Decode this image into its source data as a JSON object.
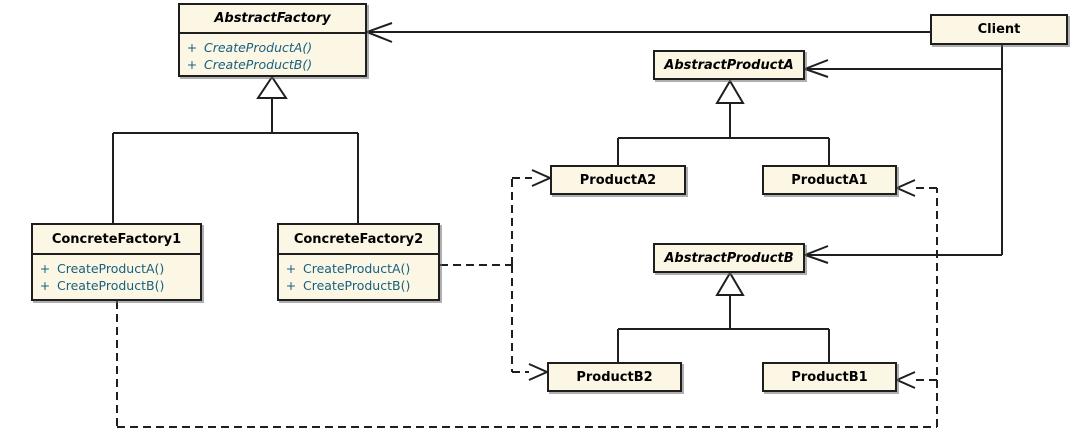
{
  "diagram": {
    "kind": "uml-class-diagram",
    "pattern_name": "Abstract Factory",
    "colors": {
      "box_fill": "#FCF6E5",
      "box_border": "#1E1E1E",
      "line": "#1F1F1F",
      "method_text": "#17617F",
      "class_name_text": "#000000",
      "background": "#FFFFFF"
    }
  },
  "classes": {
    "abstract_factory": {
      "name": "AbstractFactory",
      "abstract": true,
      "methods": [
        {
          "visibility": "+",
          "signature": "CreateProductA()"
        },
        {
          "visibility": "+",
          "signature": "CreateProductB()"
        }
      ]
    },
    "client": {
      "name": "Client",
      "abstract": false
    },
    "abstract_product_a": {
      "name": "AbstractProductA",
      "abstract": true
    },
    "product_a2": {
      "name": "ProductA2",
      "abstract": false
    },
    "product_a1": {
      "name": "ProductA1",
      "abstract": false
    },
    "concrete_factory_1": {
      "name": "ConcreteFactory1",
      "abstract": false,
      "methods": [
        {
          "visibility": "+",
          "signature": "CreateProductA()"
        },
        {
          "visibility": "+",
          "signature": "CreateProductB()"
        }
      ]
    },
    "concrete_factory_2": {
      "name": "ConcreteFactory2",
      "abstract": false,
      "methods": [
        {
          "visibility": "+",
          "signature": "CreateProductA()"
        },
        {
          "visibility": "+",
          "signature": "CreateProductB()"
        }
      ]
    },
    "abstract_product_b": {
      "name": "AbstractProductB",
      "abstract": true
    },
    "product_b2": {
      "name": "ProductB2",
      "abstract": false
    },
    "product_b1": {
      "name": "ProductB1",
      "abstract": false
    }
  },
  "relationships": [
    {
      "from": "ConcreteFactory1",
      "to": "AbstractFactory",
      "type": "generalization"
    },
    {
      "from": "ConcreteFactory2",
      "to": "AbstractFactory",
      "type": "generalization"
    },
    {
      "from": "ProductA2",
      "to": "AbstractProductA",
      "type": "generalization"
    },
    {
      "from": "ProductA1",
      "to": "AbstractProductA",
      "type": "generalization"
    },
    {
      "from": "ProductB2",
      "to": "AbstractProductB",
      "type": "generalization"
    },
    {
      "from": "ProductB1",
      "to": "AbstractProductB",
      "type": "generalization"
    },
    {
      "from": "Client",
      "to": "AbstractFactory",
      "type": "association",
      "style": "solid-open-arrow"
    },
    {
      "from": "Client",
      "to": "AbstractProductA",
      "type": "association",
      "style": "solid-open-arrow"
    },
    {
      "from": "Client",
      "to": "AbstractProductB",
      "type": "association",
      "style": "solid-open-arrow"
    },
    {
      "from": "ConcreteFactory2",
      "to": "ProductA2",
      "type": "dependency",
      "style": "dashed-open-arrow"
    },
    {
      "from": "ConcreteFactory2",
      "to": "ProductB2",
      "type": "dependency",
      "style": "dashed-open-arrow"
    },
    {
      "from": "ConcreteFactory1",
      "to": "ProductA1",
      "type": "dependency",
      "style": "dashed-open-arrow"
    },
    {
      "from": "ConcreteFactory1",
      "to": "ProductB1",
      "type": "dependency",
      "style": "dashed-open-arrow"
    }
  ]
}
